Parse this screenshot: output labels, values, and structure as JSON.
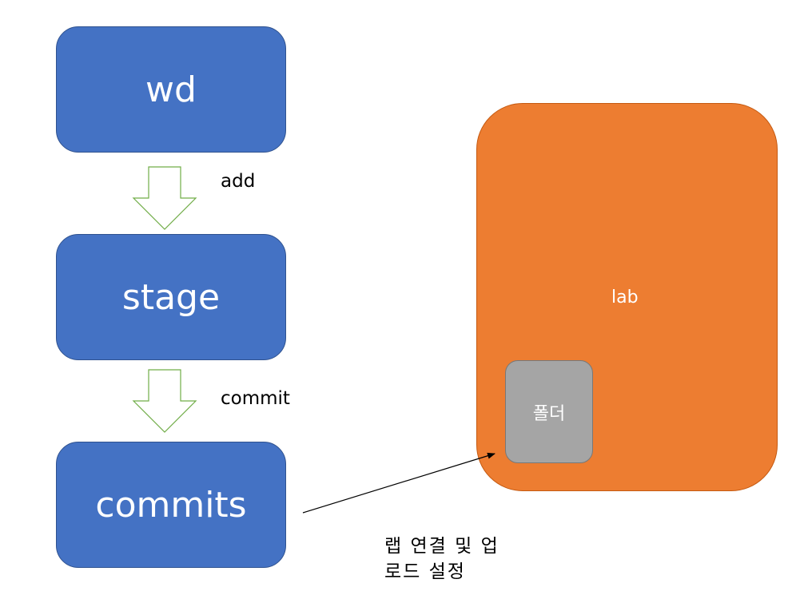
{
  "flow": {
    "wd": "wd",
    "stage": "stage",
    "commits": "commits",
    "add_label": "add",
    "commit_label": "commit"
  },
  "lab": {
    "label": "lab",
    "folder_label": "폴더"
  },
  "note": {
    "line1": "랩 연결 및 업",
    "line2": "로드 설정"
  },
  "colors": {
    "flow_box": "#4472c4",
    "lab_box": "#ed7d31",
    "folder_box": "#a5a5a5",
    "hollow_arrow_stroke": "#70ad47"
  }
}
